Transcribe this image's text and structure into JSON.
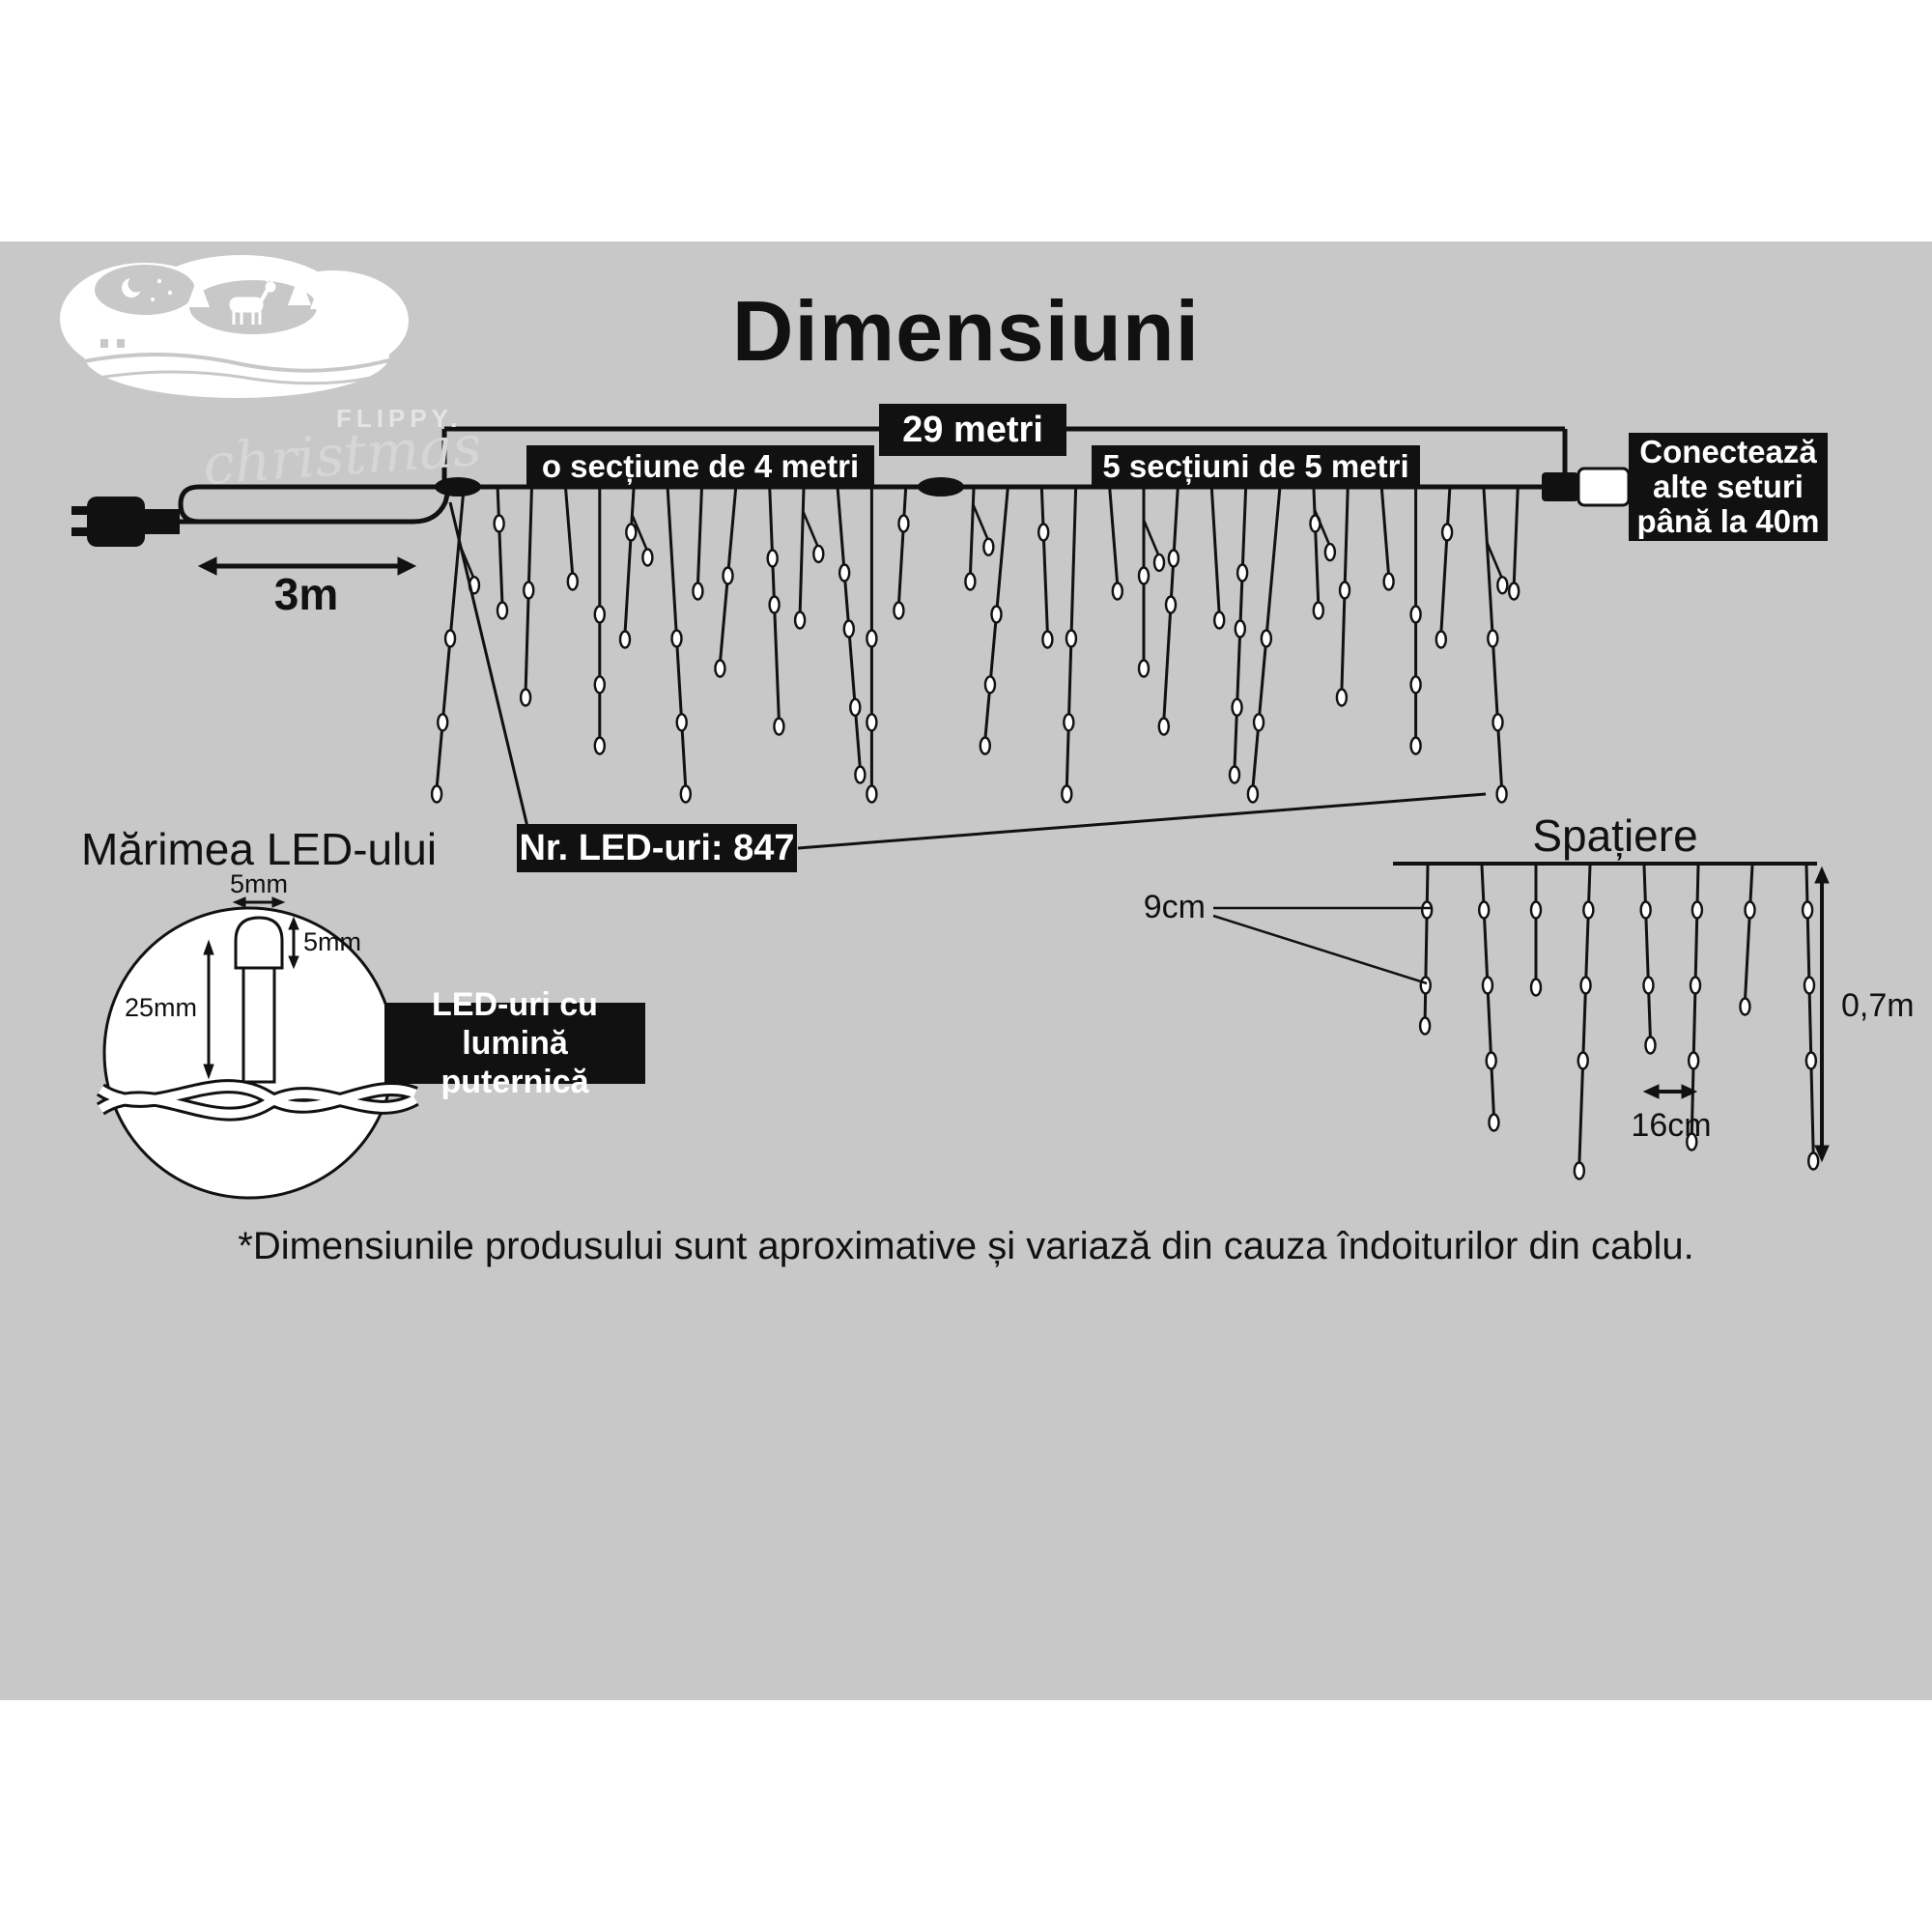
{
  "page": {
    "title": "Dimensiuni",
    "disclaimer": "*Dimensiunile produsului sunt aproximative și variază din cauza îndoiturilor din cablu."
  },
  "brand": {
    "name_top": "FLIPPY.",
    "name_script": "christmas"
  },
  "diagram": {
    "total_length_label": "29 metri",
    "section_left_label": "o secțiune de 4 metri",
    "section_right_label": "5 secțiuni de 5 metri",
    "lead_length_label": "3m",
    "connect_label_line1": "Conectează",
    "connect_label_line2": "alte seturi",
    "connect_label_line3": "până la 40m",
    "led_count_label": "Nr. LED-uri: 847"
  },
  "spacing": {
    "title": "Spațiere",
    "bulb_spacing_label": "9cm",
    "drop_spacing_label": "16cm",
    "drop_height_label": "0,7m"
  },
  "led_size": {
    "title": "Mărimea LED-ului",
    "width_label": "5mm",
    "cap_height_label": "5mm",
    "body_height_label": "25mm",
    "feature_line1": "LED-uri cu lumină",
    "feature_line2": "puternică"
  },
  "colors": {
    "band_bg": "#c8c8c8",
    "badge_bg": "#111111",
    "badge_text": "#ffffff",
    "line": "#111111"
  }
}
